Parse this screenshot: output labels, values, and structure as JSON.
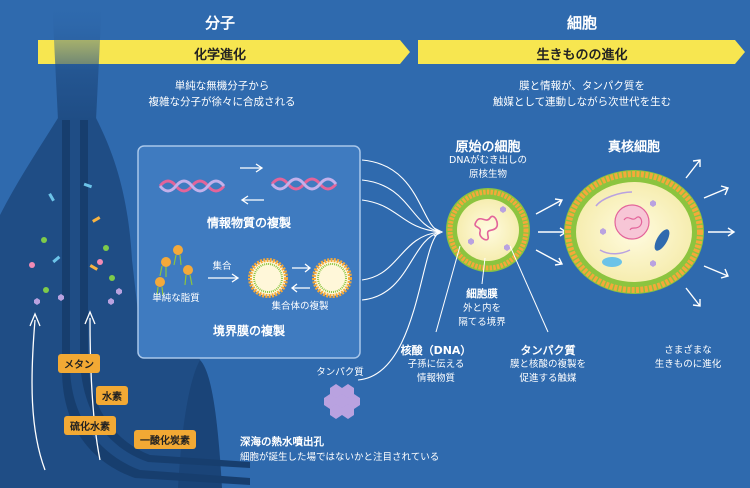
{
  "left": {
    "title": "分子",
    "banner": "化学進化",
    "desc_line1": "単純な無機分子から",
    "desc_line2": "複雑な分子が徐々に合成される"
  },
  "right": {
    "title": "細胞",
    "banner": "生きものの進化",
    "desc_line1": "膜と情報が、タンパク質を",
    "desc_line2": "触媒として連動しながら次世代を生む"
  },
  "box": {
    "info_copy": "情報物質の複製",
    "merge": "集合",
    "simple_lipid": "単純な脂質",
    "aggregate_copy": "集合体の複製",
    "membrane_copy": "境界膜の複製"
  },
  "protein_label": "タンパク質",
  "primitive": {
    "title": "原始の細胞",
    "sub1": "DNAがむき出しの",
    "sub2": "原核生物"
  },
  "eukaryote": {
    "title": "真核細胞"
  },
  "membrane": {
    "title": "細胞膜",
    "line1": "外と内を",
    "line2": "隔てる境界"
  },
  "nucleic": {
    "title": "核酸（DNA）",
    "line1": "子孫に伝える",
    "line2": "情報物質"
  },
  "protein_note": {
    "title": "タンパク質",
    "line1": "膜と核酸の複製を",
    "line2": "促進する触媒"
  },
  "diversity": {
    "line1": "さまざまな",
    "line2": "生きものに進化"
  },
  "chemicals": {
    "methane": "メタン",
    "hydrogen": "水素",
    "h2s": "硫化水素",
    "co": "一酸化炭素"
  },
  "vent": {
    "title": "深海の熱水噴出孔",
    "desc": "細胞が誕生した場ではないかと注目されている"
  },
  "colors": {
    "background": "#2f6aae",
    "banner": "#f7e650",
    "tag": "#f2a934",
    "vent": "#1f4d85",
    "membrane_lipid": "#f4a93a",
    "membrane_tail": "#8cc43f"
  }
}
